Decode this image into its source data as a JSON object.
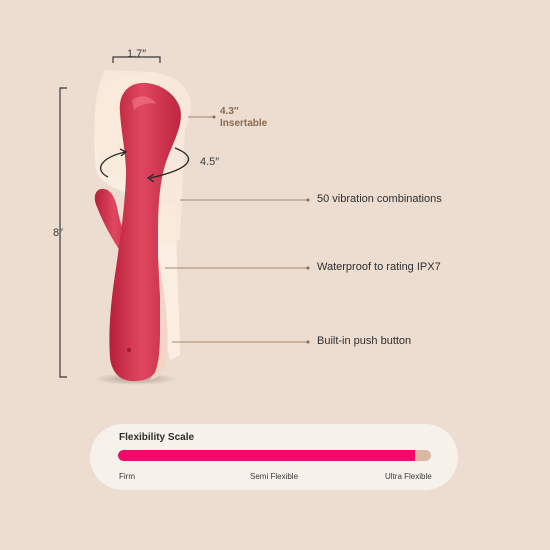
{
  "dimensions": {
    "width": "1.7″",
    "height": "8″",
    "circumference": "4.5″",
    "insertable_length": "4.3″",
    "insertable_label": "Insertable"
  },
  "callouts": [
    {
      "label": "50 vibration combinations"
    },
    {
      "label": "Waterproof to rating IPX7"
    },
    {
      "label": "Built-in push button"
    }
  ],
  "flexibility": {
    "title": "Flexibility Scale",
    "level": 0.95,
    "labels": {
      "firm": "Firm",
      "semi": "Semi Flexible",
      "ultra": "Ultra Flexible"
    }
  },
  "colors": {
    "background": "#eddcd0",
    "product": "#d8344f",
    "insertable_zone": "#fbeee3",
    "insertable_text": "#8a6a4e",
    "scale_fill": "#f00a6a",
    "scale_track": "#dbb8a1"
  }
}
